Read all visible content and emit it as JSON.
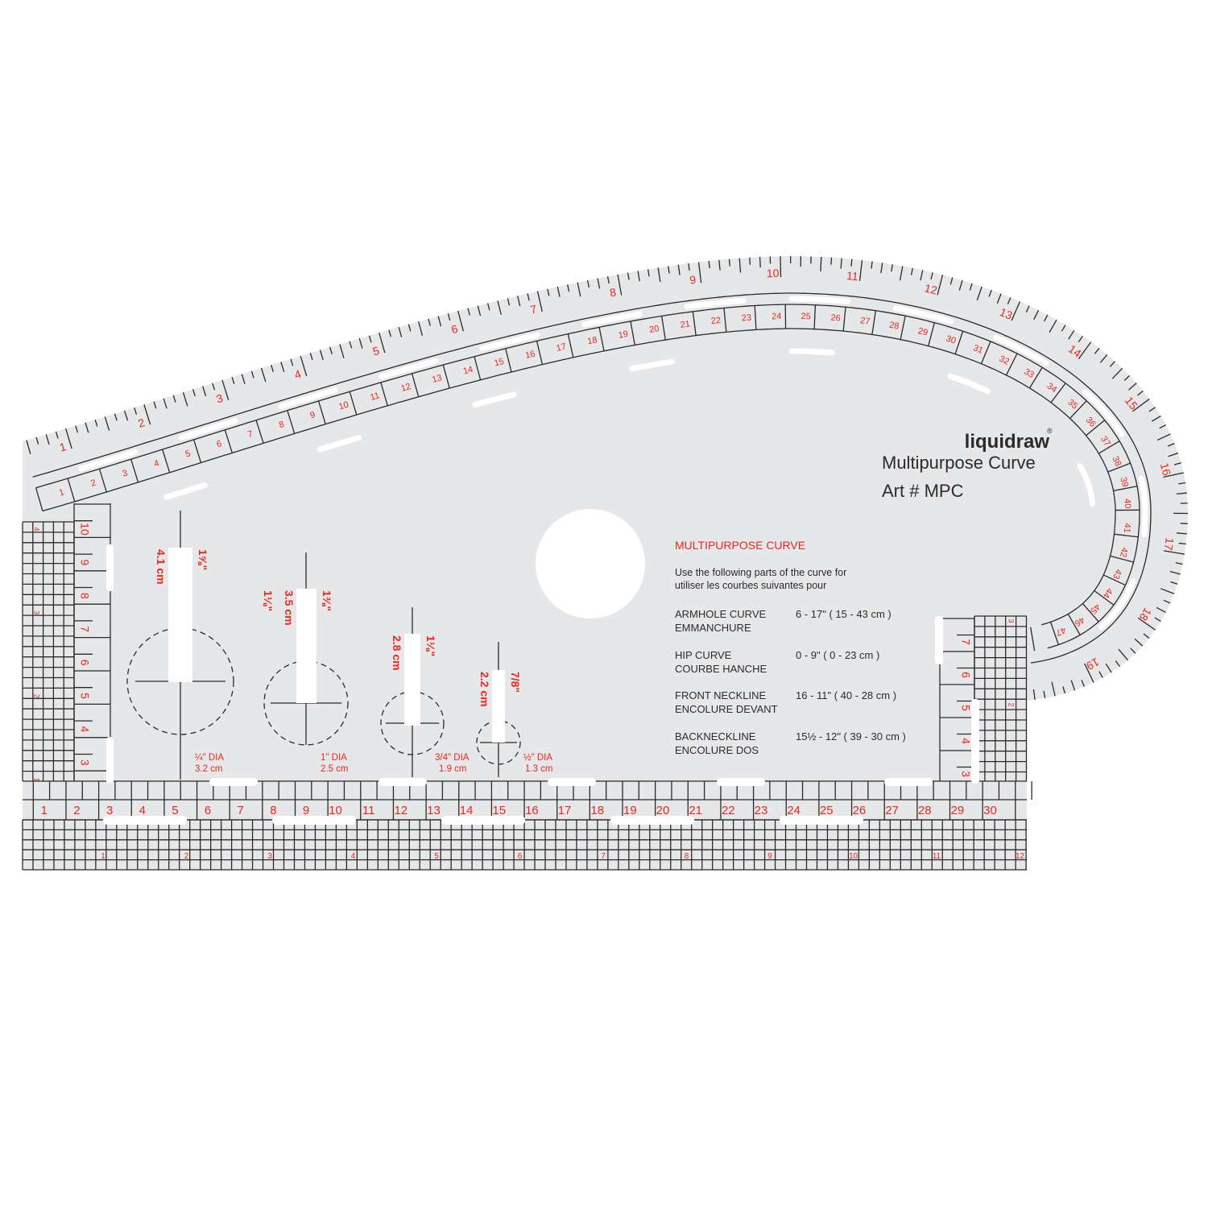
{
  "brand": {
    "logo": "liquidraw",
    "registered": "®"
  },
  "product": {
    "name": "Multipurpose Curve",
    "art_number": "Art # MPC"
  },
  "info": {
    "heading": "MULTIPURPOSE CURVE",
    "intro_en": "Use the following parts of the curve for",
    "intro_fr": "utiliser les courbes suivantes pour",
    "uses": [
      {
        "en": "ARMHOLE CURVE",
        "fr": "EMMANCHURE",
        "range": "6 - 17\" ( 15 - 43 cm )"
      },
      {
        "en": "HIP CURVE",
        "fr": "COURBE HANCHE",
        "range": "0 - 9\" ( 0 - 23 cm )"
      },
      {
        "en": "FRONT NECKLINE",
        "fr": "ENCOLURE DEVANT",
        "range": "16 - 11\" ( 40 - 28 cm )"
      },
      {
        "en": "BACKNECKLINE",
        "fr": "ENCOLURE DOS",
        "range": "15½ - 12\" ( 39 - 30 cm )"
      }
    ]
  },
  "buttonholes": [
    {
      "cm": "4.1 cm",
      "inch": "1⅝\"",
      "dia": "¼\" DIA",
      "dia_cm": "3.2 cm"
    },
    {
      "cm": "3.5 cm",
      "inch": "1⅜\"",
      "extra": "1⅛\"",
      "dia": "1\" DIA",
      "dia_cm": "2.5 cm"
    },
    {
      "cm": "2.8 cm",
      "inch": "1⅛\"",
      "dia": "3/4\" DIA",
      "dia_cm": "1.9 cm"
    },
    {
      "cm": "2.2 cm",
      "inch": "7/8\"",
      "dia": "½\" DIA",
      "dia_cm": "1.3 cm"
    }
  ],
  "scales": {
    "curve_inches": [
      "1",
      "2",
      "3",
      "4",
      "5",
      "6",
      "7",
      "8",
      "9",
      "10",
      "11",
      "12",
      "13",
      "14",
      "15",
      "16",
      "17",
      "18",
      "19"
    ],
    "curve_cm": [
      "1",
      "2",
      "3",
      "4",
      "5",
      "6",
      "7",
      "8",
      "9",
      "10",
      "11",
      "12",
      "13",
      "14",
      "15",
      "16",
      "17",
      "18",
      "19",
      "20",
      "21",
      "22",
      "23",
      "24",
      "25",
      "26",
      "27",
      "28",
      "29",
      "30",
      "31",
      "32",
      "33",
      "34",
      "35",
      "36",
      "37",
      "38",
      "39",
      "40",
      "41",
      "42",
      "43",
      "44",
      "45",
      "46",
      "47"
    ],
    "bottom_cm": [
      "1",
      "2",
      "3",
      "4",
      "5",
      "6",
      "7",
      "8",
      "9",
      "10",
      "11",
      "12",
      "13",
      "14",
      "15",
      "16",
      "17",
      "18",
      "19",
      "20",
      "21",
      "22",
      "23",
      "24",
      "25",
      "26",
      "27",
      "28",
      "29",
      "30"
    ],
    "bottom_inches": [
      "1",
      "2",
      "3",
      "4",
      "5",
      "6",
      "7",
      "8",
      "9",
      "10",
      "11",
      "12"
    ],
    "left_cm": [
      "10",
      "9",
      "8",
      "7",
      "6",
      "5",
      "4",
      "3"
    ],
    "left_inches": [
      "4",
      "3",
      "2",
      "1"
    ],
    "right_cm": [
      "7",
      "6",
      "5",
      "4",
      "3"
    ],
    "right_inches": [
      "3",
      "2"
    ]
  },
  "colors": {
    "body": "#e6e7e9",
    "accent": "#e8281e",
    "lines": "#2a2a2a"
  }
}
